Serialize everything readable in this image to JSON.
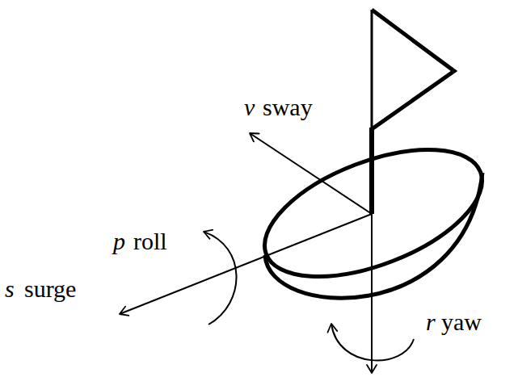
{
  "diagram": {
    "labels": [
      "v",
      "sway",
      "p",
      "roll",
      "s",
      "surge",
      "r",
      "yaw"
    ]
  }
}
